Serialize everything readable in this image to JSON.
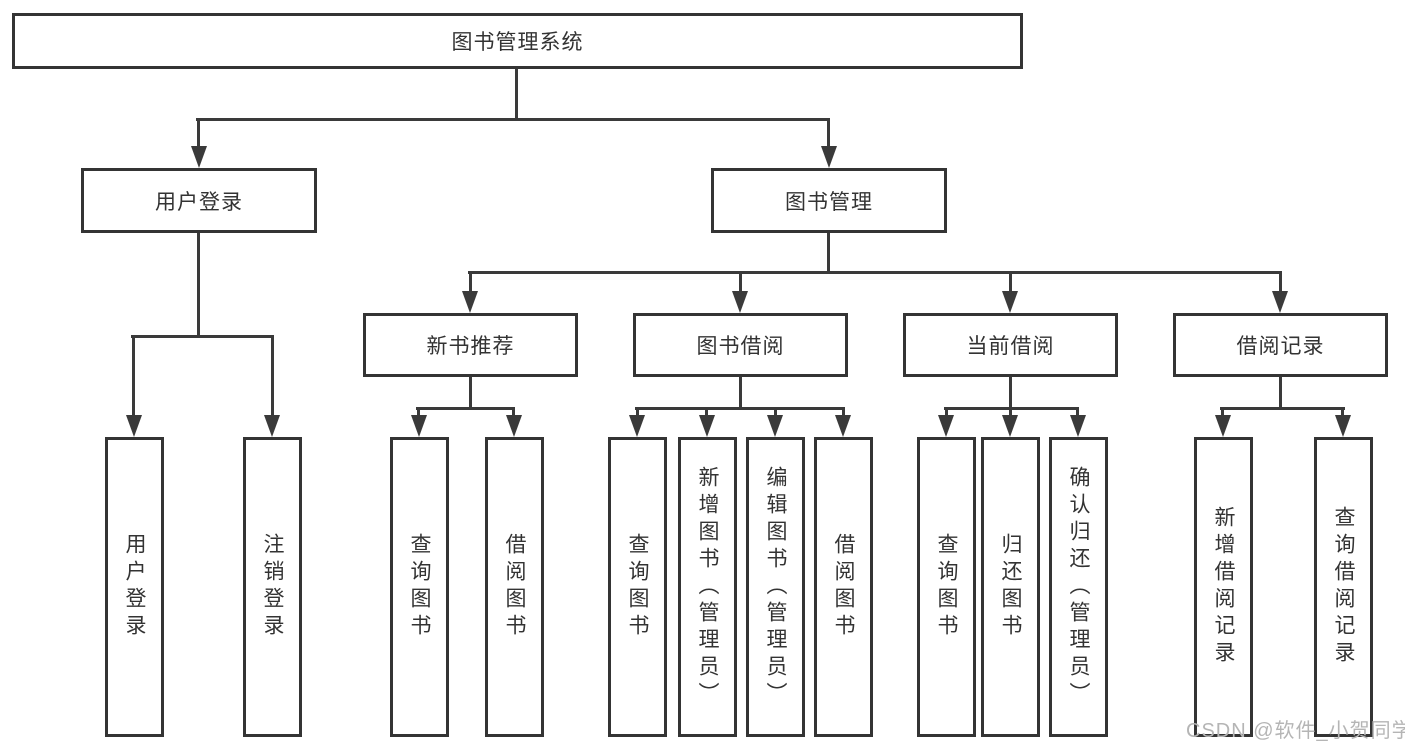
{
  "tree": {
    "root": "图书管理系统",
    "login": {
      "label": "用户登录",
      "leaves": [
        "用户登录",
        "注销登录"
      ]
    },
    "manage": {
      "label": "图书管理",
      "groups": [
        {
          "label": "新书推荐",
          "leaves": [
            "查询图书",
            "借阅图书"
          ]
        },
        {
          "label": "图书借阅",
          "leaves": [
            "查询图书",
            "新增图书（管理员）",
            "编辑图书（管理员）",
            "借阅图书"
          ]
        },
        {
          "label": "当前借阅",
          "leaves": [
            "查询图书",
            "归还图书",
            "确认归还（管理员）"
          ]
        },
        {
          "label": "借阅记录",
          "leaves": [
            "新增借阅记录",
            "查询借阅记录"
          ]
        }
      ]
    },
    "watermark": "CSDN @软件_小贺同学",
    "colors": {
      "background": "#ffffff",
      "line": "#3a3a3a",
      "box_border": "#343434",
      "box_fill": "#ffffff",
      "text": "#333333",
      "watermark": "#b5b5b5"
    }
  }
}
